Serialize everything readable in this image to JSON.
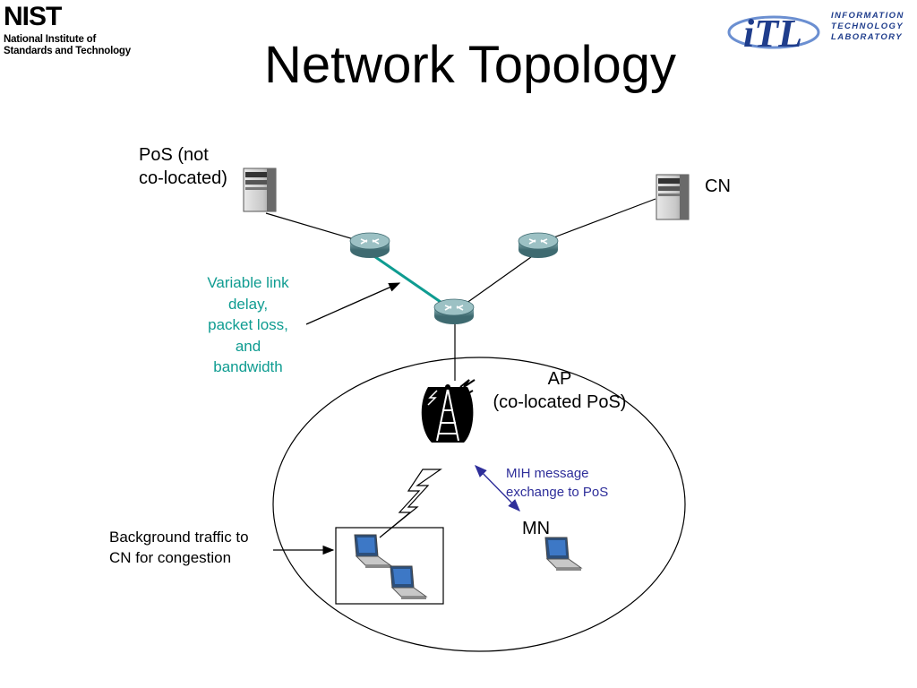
{
  "header": {
    "left_logo": {
      "wordmark": "NIST",
      "line1": "National Institute of",
      "line2": "Standards and Technology"
    },
    "right_logo": {
      "mark": "iTL",
      "line1": "INFORMATION",
      "line2": "TECHNOLOGY",
      "line3": "LABORATORY"
    },
    "title": "Network Topology"
  },
  "nodes": {
    "pos_server": {
      "label_line1": "PoS (not",
      "label_line2": "co-located)"
    },
    "cn_server": {
      "label": "CN"
    },
    "ap": {
      "label_line1": "AP",
      "label_line2": "(co-located PoS)"
    },
    "mn": {
      "label": "MN"
    }
  },
  "annotations": {
    "link_note": {
      "lines": [
        "Variable link",
        "delay,",
        "packet loss,",
        "and",
        "bandwidth"
      ]
    },
    "mih_note": {
      "lines": [
        "MIH message",
        "exchange to PoS"
      ]
    },
    "background_note": {
      "lines": [
        "Background traffic to",
        "CN for congestion"
      ]
    }
  },
  "colors": {
    "teal_link": "#0f9c91",
    "mih_arrow": "#2e2e9a",
    "router": "#5a8a90",
    "itl_blue": "#1f3d8c"
  },
  "icons": [
    "server-icon",
    "router-icon",
    "antenna-tower-icon",
    "laptop-icon",
    "lightning-icon"
  ]
}
